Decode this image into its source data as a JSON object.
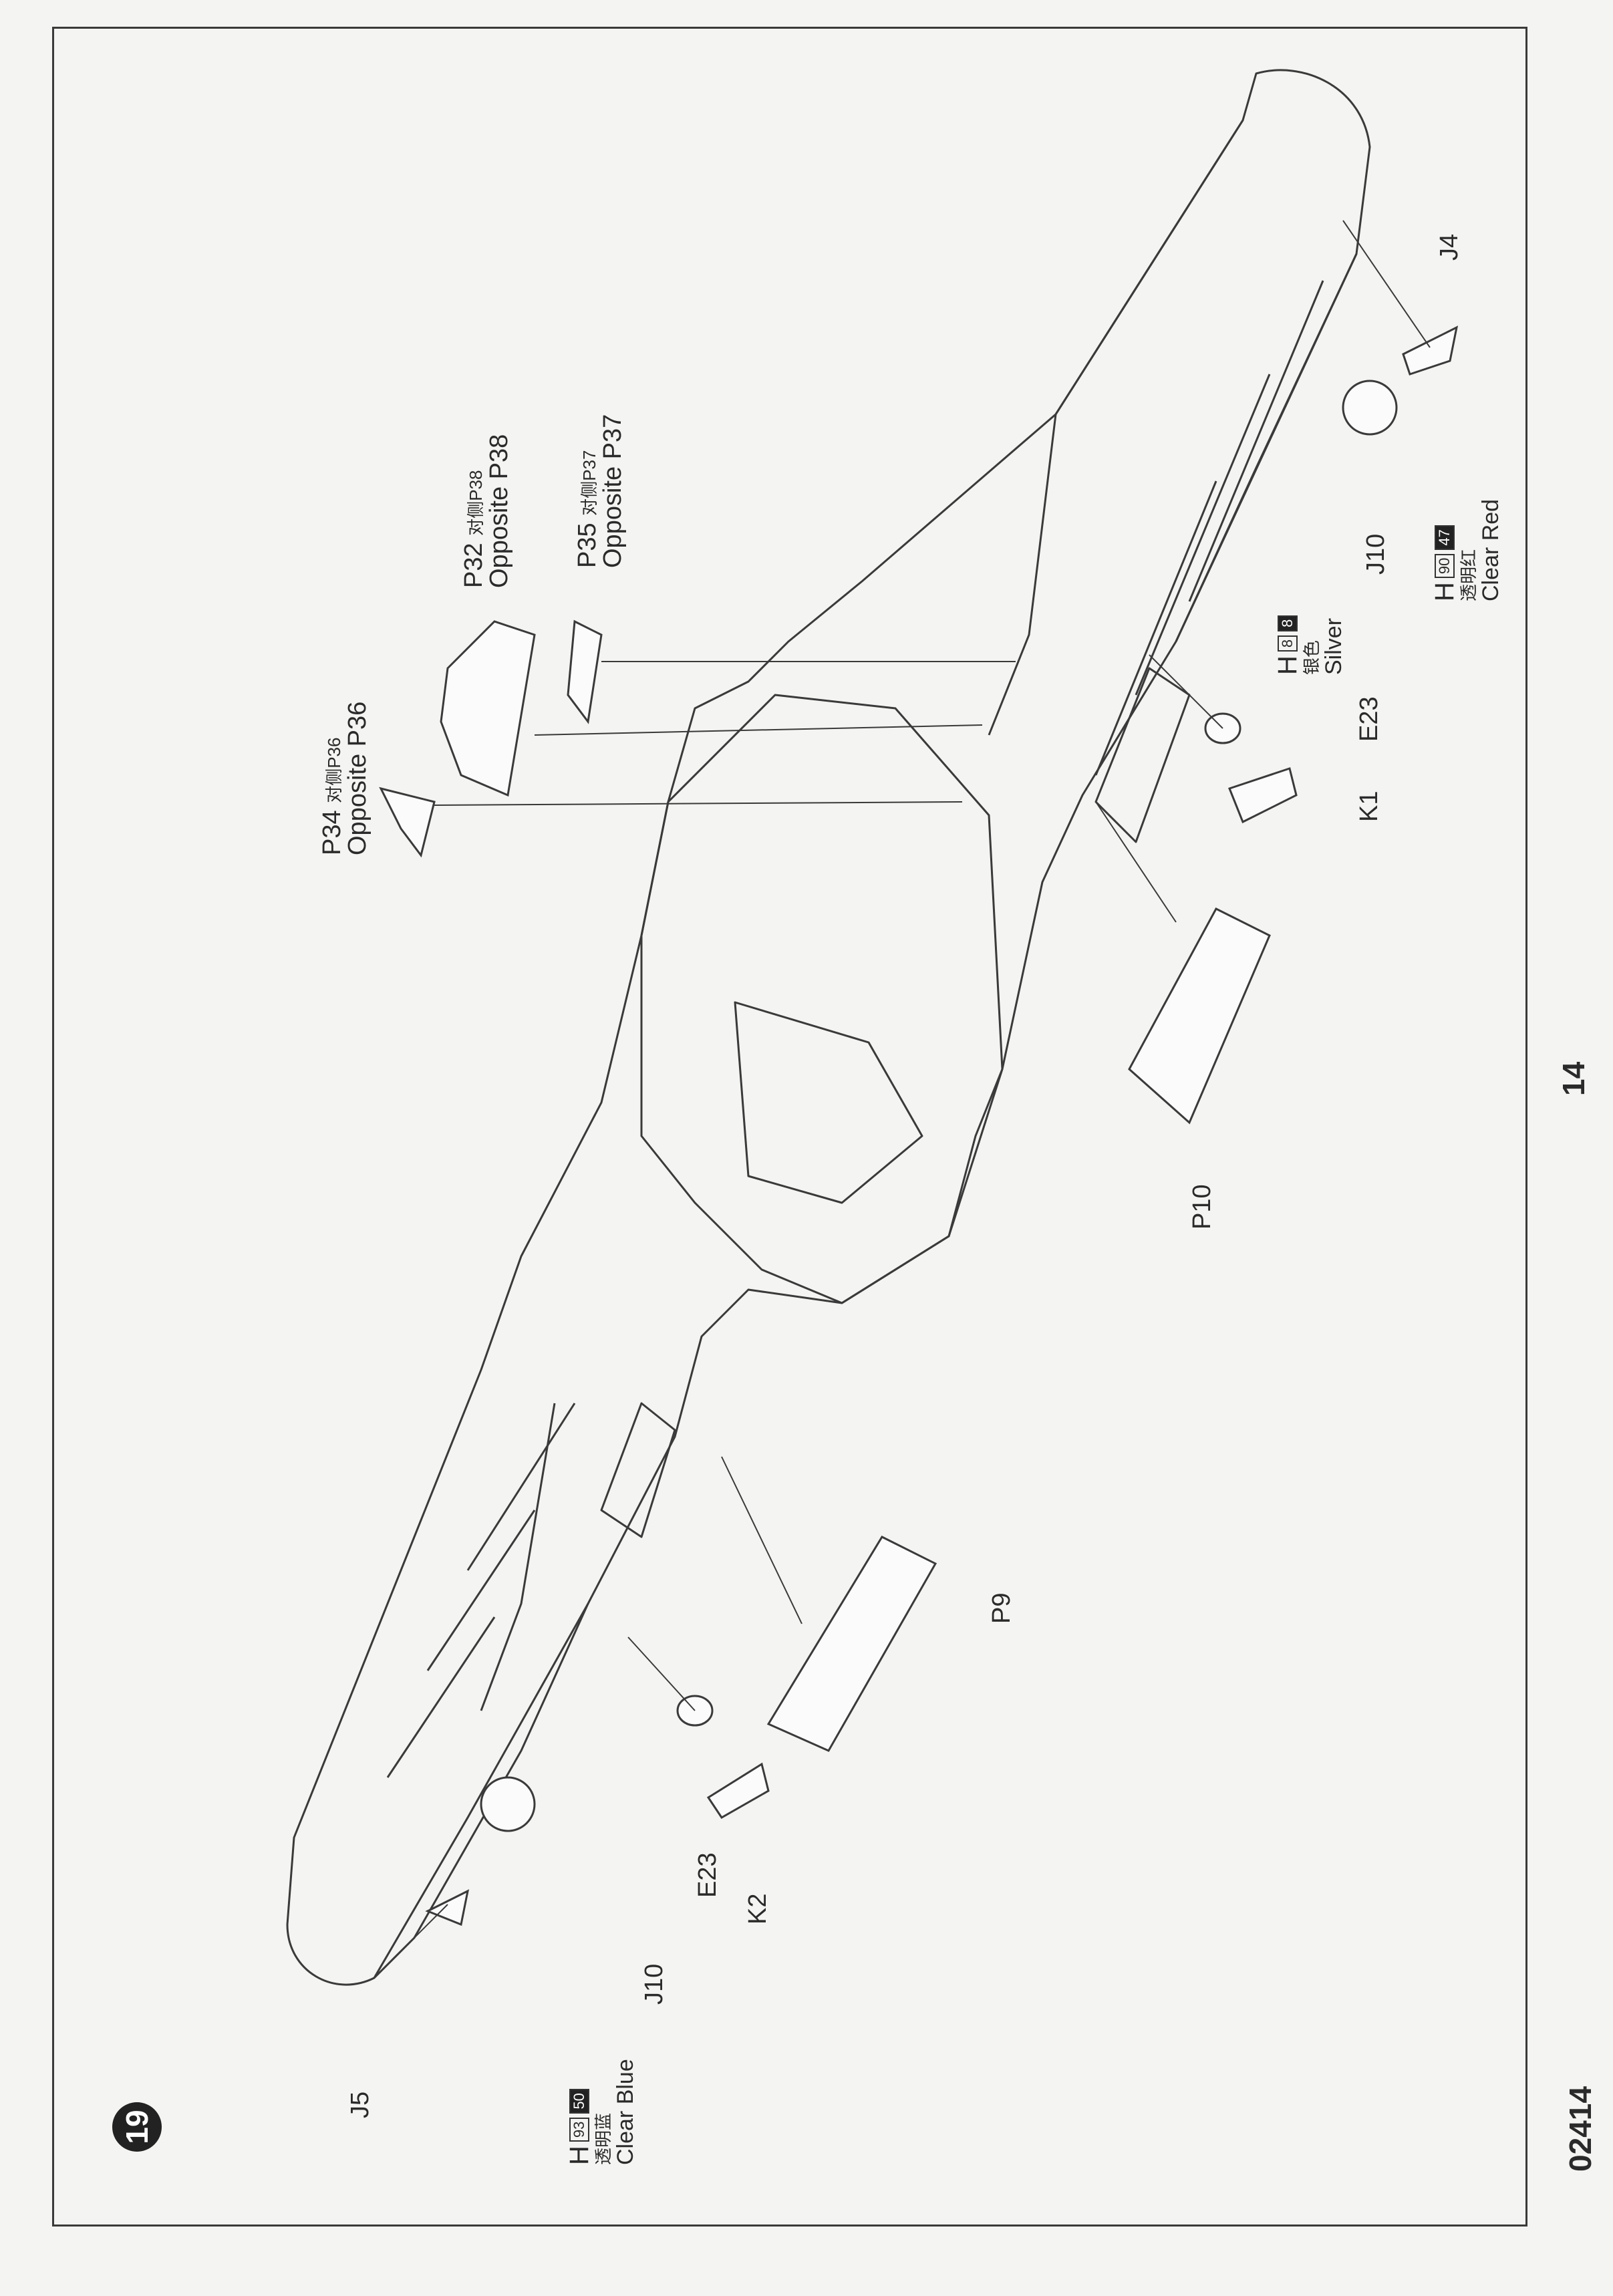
{
  "step": {
    "number": "19"
  },
  "page": {
    "number": "14",
    "code": "02414"
  },
  "labels": {
    "p34": "P34",
    "p34_cn": "对侧P36",
    "p34_opp": "Opposite P36",
    "p32": "P32",
    "p32_cn": "对侧P38",
    "p32_opp": "Opposite P38",
    "p35": "P35",
    "p35_cn": "对侧P37",
    "p35_opp": "Opposite P37",
    "p9": "P9",
    "p10": "P10",
    "e23_left": "E23",
    "e23_right": "E23",
    "k1": "K1",
    "k2": "K2",
    "j4": "J4",
    "j5": "J5",
    "j10_left": "J10",
    "j10_right": "J10"
  },
  "paint_silver": {
    "h": "H",
    "code1": "8",
    "code2": "8",
    "cn": "银色",
    "name": "Silver"
  },
  "paint_red": {
    "h": "H",
    "code1": "90",
    "code2": "47",
    "cn": "透明红",
    "name": "Clear Red"
  },
  "paint_blue": {
    "h": "H",
    "code1": "93",
    "code2": "50",
    "cn": "透明蓝",
    "name": "Clear Blue"
  }
}
